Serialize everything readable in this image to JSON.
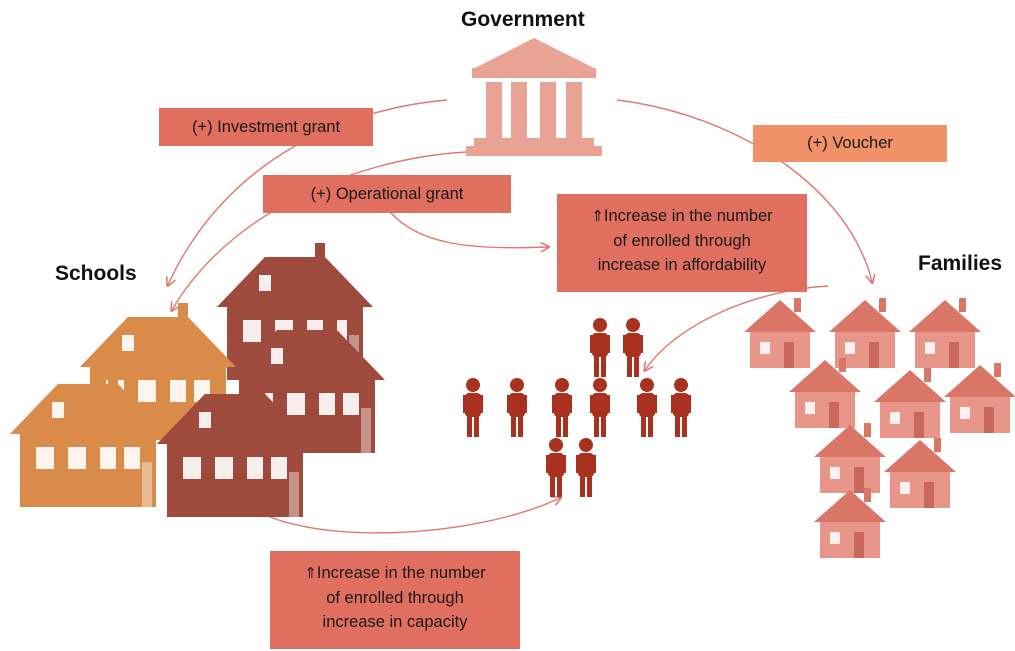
{
  "nodes": {
    "government": "Government",
    "schools": "Schools",
    "families": "Families"
  },
  "labels": {
    "investment_grant": "(+) Investment grant",
    "operational_grant": "(+) Operational grant",
    "voucher": "(+) Voucher",
    "affordability": {
      "symbol": "⇑",
      "lines": [
        "Increase in the number",
        "of enrolled through",
        "increase in affordability"
      ]
    },
    "capacity": {
      "symbol": "⇑",
      "lines": [
        "Increase in the number",
        "of enrolled through",
        "increase in capacity"
      ]
    }
  },
  "colors": {
    "box_dark": "#e06f5f",
    "box_light": "#f0916a",
    "arrow": "#e07870",
    "building": "#e8a394",
    "house_orange": "#d98b4a",
    "house_brown": "#9e4a3c",
    "house_pink": "#e9968a",
    "student": "#a8321f"
  },
  "icons": [
    "government-building-icon",
    "school-house-icon",
    "family-house-icon",
    "student-figure-icon"
  ]
}
